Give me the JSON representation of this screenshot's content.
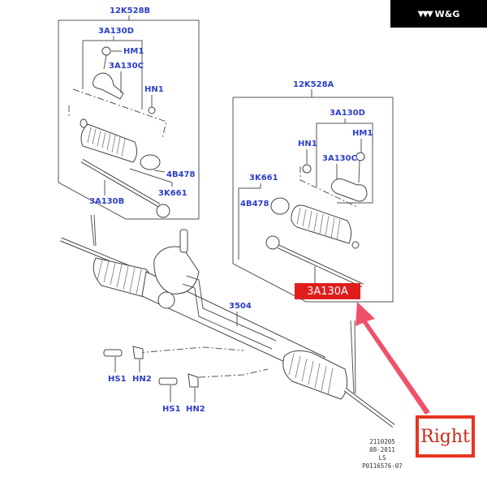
{
  "brand": {
    "logo_icon": "triple-chevron-logo",
    "name": "W&G"
  },
  "groups": {
    "left": {
      "title": "12K528B",
      "sub": "3A130D",
      "items": [
        "HM1",
        "3A130C",
        "HN1",
        "4B478",
        "3K661",
        "3A130B"
      ]
    },
    "right": {
      "title": "12K528A",
      "sub": "3A130D",
      "items": [
        "HN1",
        "HM1",
        "3A130C",
        "3K661",
        "4B478"
      ]
    }
  },
  "highlighted_part": "3A130A",
  "rack_part": "3504",
  "fasteners": [
    "HS1",
    "HN2",
    "HS1",
    "HN2"
  ],
  "callout": {
    "label": "Right",
    "accent_color": "#e8351e",
    "arrow_color": "#f0506a"
  },
  "footer": [
    "2110205",
    "08-2011",
    "LS",
    "P0116576-07"
  ]
}
